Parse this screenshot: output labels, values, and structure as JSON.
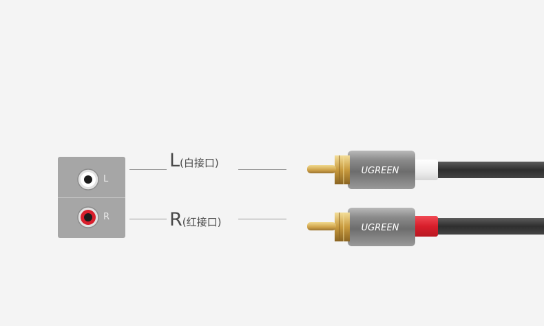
{
  "jacks": {
    "left_letter": "L",
    "right_letter": "R"
  },
  "channels": {
    "left": {
      "letter": "L",
      "desc": "(白接口)"
    },
    "right": {
      "letter": "R",
      "desc": "(红接口)"
    }
  },
  "plug": {
    "brand": "UGREEN"
  },
  "colors": {
    "left_collar": "#f4f4f4",
    "right_collar": "#e0242f",
    "cable": "#3a3a3a",
    "pin_gold": "#d8b25a"
  }
}
